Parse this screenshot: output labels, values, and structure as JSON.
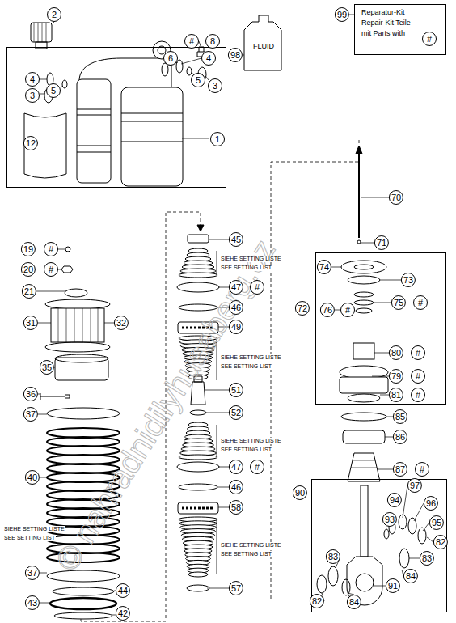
{
  "diagram": {
    "nodes": [
      {
        "text": [
          "1"
        ]
      },
      {
        "text": [
          "FLUID"
        ]
      },
      {
        "text": [
          "Reparatur-Kit Repair-Kit Teile mit Parts with",
          "#"
        ]
      },
      {
        "text": [
          "72"
        ]
      },
      {
        "text": [
          "90"
        ]
      }
    ],
    "labels": [
      "2",
      "#",
      "8",
      "6",
      "4",
      "5",
      "3",
      "4",
      "5",
      "3",
      "12",
      "98",
      "99",
      "19",
      "#",
      "20",
      "#",
      "21",
      "31",
      "32",
      "35",
      "36",
      "37",
      "40",
      "SIEHE SETTING LISTE",
      "SEE SETTING LIST",
      "37",
      "44",
      "43",
      "42",
      "45",
      "SIEHE SETTING LISTE",
      "SEE SETTING LIST",
      "47",
      "#",
      "46",
      "49",
      "SIEHE SETTING LISTE",
      "SEE SETTING LIST",
      "51",
      "52",
      "SIEHE SETTING LISTE",
      "SEE SETTING LIST",
      "47",
      "#",
      "46",
      "58",
      "SIEHE SETTING LISTE",
      "SEE SETTING LIST",
      "57",
      "70",
      "71",
      "74",
      "73",
      "76",
      "#",
      "75",
      "#",
      "80",
      "#",
      "79",
      "#",
      "81",
      "#",
      "85",
      "86",
      "87",
      "#",
      "93",
      "94",
      "97",
      "96",
      "95",
      "82",
      "83",
      "84",
      "91",
      "83",
      "82",
      "84",
      "© nahradnidilyhusaberg.cz"
    ]
  }
}
